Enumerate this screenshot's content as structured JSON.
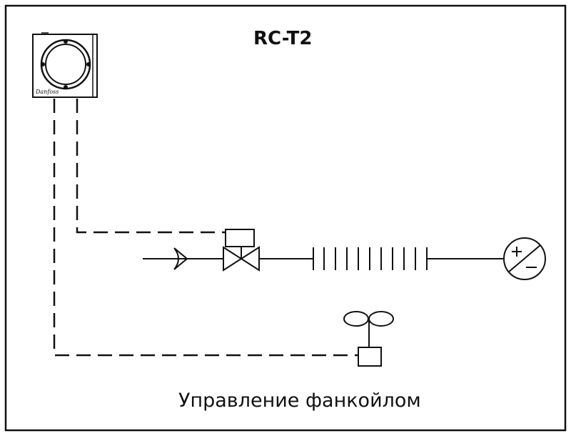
{
  "diagram": {
    "title": "RC-T2",
    "caption": "Управление фанкойлом",
    "controller": {
      "icon": "thermostat-controller-icon",
      "logo_text": "Danfoss"
    },
    "components": [
      {
        "name": "flow-direction-arrow-icon"
      },
      {
        "name": "valve-actuator-icon"
      },
      {
        "name": "two-way-valve-icon"
      },
      {
        "name": "heat-exchanger-coil-icon"
      },
      {
        "name": "power-supply-icon"
      },
      {
        "name": "fan-icon"
      },
      {
        "name": "fan-motor-icon"
      }
    ],
    "colors": {
      "line": "#111111",
      "background": "#ffffff"
    }
  }
}
